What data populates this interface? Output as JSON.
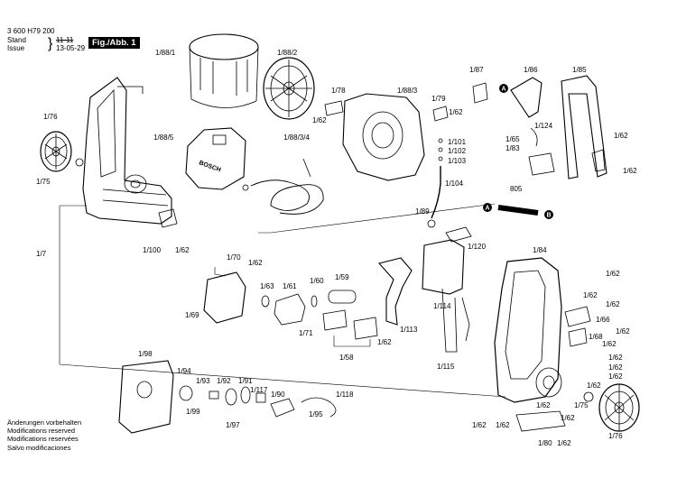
{
  "header": {
    "doc_number": "3 600 H79 200",
    "stand_label": "Stand",
    "stand_value": "11-11",
    "issue_label": "Issue",
    "issue_value": "13-05-29",
    "figure_label": "Fig./Abb. 1"
  },
  "notes": [
    "Änderungen vorbehalten",
    "Modifications reserved",
    "Modifications reservées",
    "Salvo modificaciones"
  ],
  "callouts": {
    "a": "A",
    "b": "B"
  },
  "part_labels": [
    "1/88/1",
    "1/88/2",
    "1/78",
    "1/88/3",
    "1/87",
    "1/86",
    "1/85",
    "1/62",
    "1/79",
    "1/62",
    "1/76",
    "1/88/5",
    "1/88/3/4",
    "1/101",
    "1/102",
    "1/103",
    "1/124",
    "1/65",
    "1/83",
    "1/62",
    "1/62",
    "1/75",
    "1/104",
    "805",
    "1/89",
    "1/100",
    "1/62",
    "1/120",
    "1/7",
    "1/84",
    "1/70",
    "1/62",
    "1/62",
    "1/63",
    "1/61",
    "1/60",
    "1/59",
    "1/62",
    "1/114",
    "1/69",
    "1/62",
    "1/66",
    "1/62",
    "1/71",
    "1/113",
    "1/62",
    "1/68",
    "1/62",
    "1/58",
    "1/62",
    "1/98",
    "1/115",
    "1/62",
    "1/94",
    "1/93",
    "1/92",
    "1/91",
    "1/117",
    "1/90",
    "1/118",
    "1/62",
    "1/99",
    "1/62",
    "1/75",
    "1/97",
    "1/95",
    "1/62",
    "1/62",
    "1/62",
    "1/76",
    "1/80",
    "1/62",
    "1/62"
  ]
}
